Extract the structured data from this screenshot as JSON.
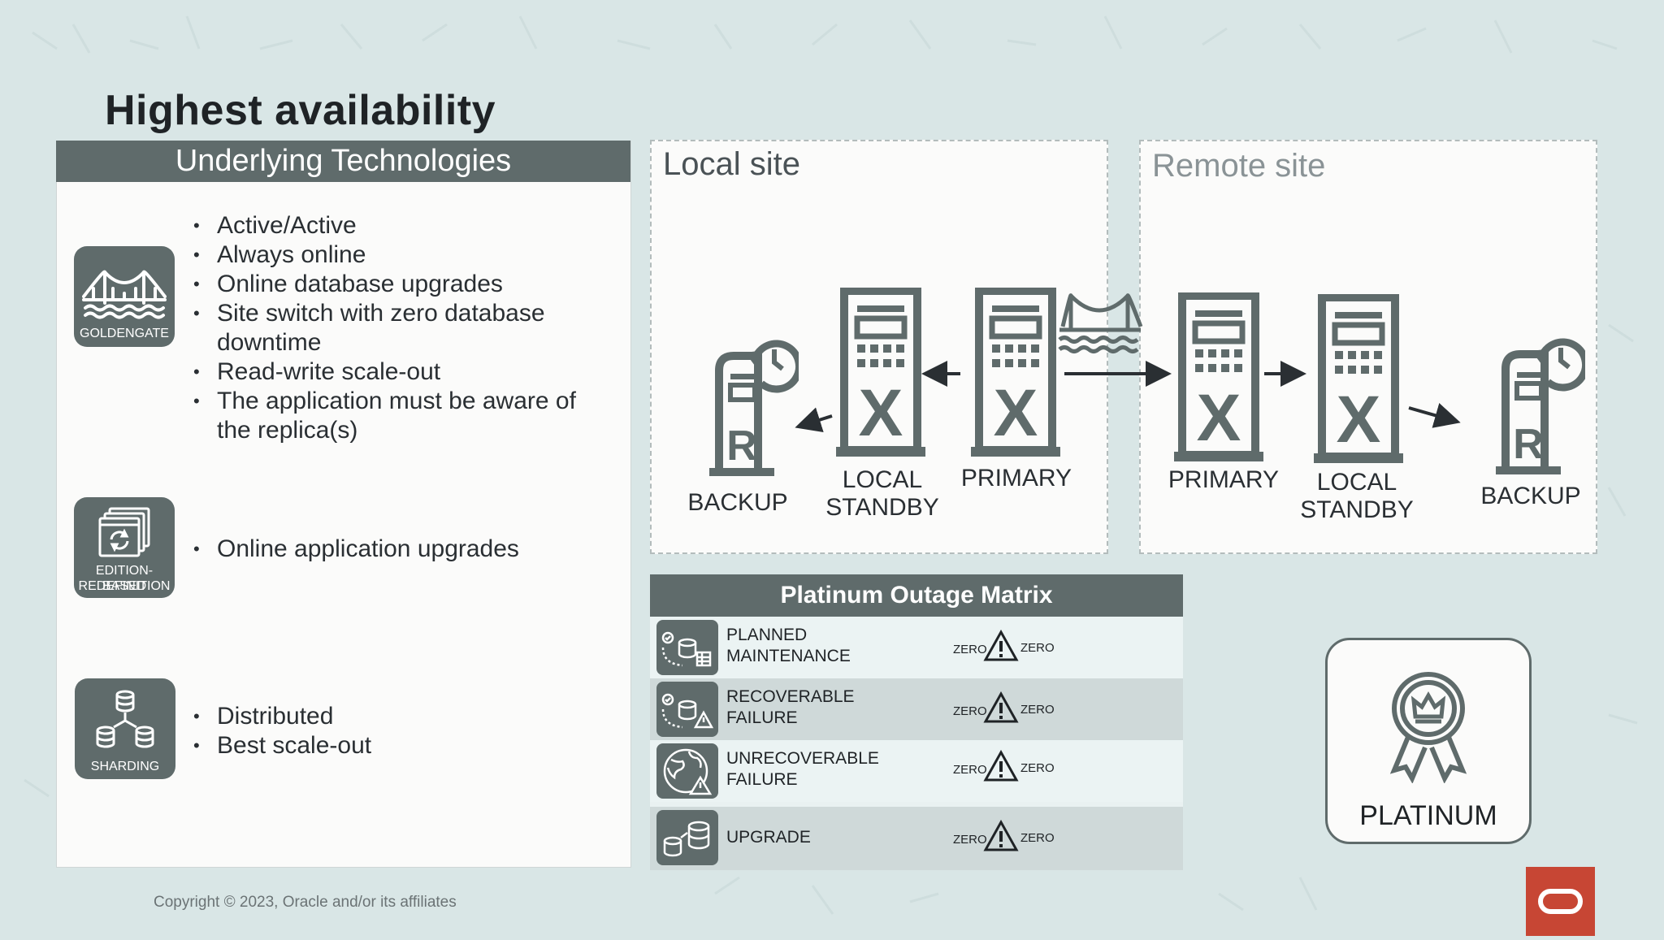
{
  "title": "Highest availability",
  "left": {
    "header": "Underlying Technologies",
    "groups": [
      {
        "icon_name": "bridge-icon",
        "caption_lines": [
          "GOLDENGATE"
        ],
        "bullets": [
          "Active/Active",
          "Always online",
          "Online database upgrades",
          "Site switch with zero database downtime",
          "Read-write scale-out",
          "The application must be aware of the replica(s)"
        ]
      },
      {
        "icon_name": "edition-redefinition-icon",
        "caption_lines": [
          "EDITION-BASED",
          "REDEFINITION"
        ],
        "bullets": [
          "Online application upgrades"
        ]
      },
      {
        "icon_name": "sharding-icon",
        "caption_lines": [
          "SHARDING"
        ],
        "bullets": [
          "Distributed",
          "Best scale-out"
        ]
      }
    ]
  },
  "local_site": {
    "title": "Local site",
    "backup": "BACKUP",
    "standby_lines": [
      "LOCAL",
      "STANDBY"
    ],
    "primary": "PRIMARY"
  },
  "remote_site": {
    "title": "Remote site",
    "primary": "PRIMARY",
    "standby_lines": [
      "LOCAL",
      "STANDBY"
    ],
    "backup": "BACKUP"
  },
  "matrix": {
    "title": "Platinum Outage Matrix",
    "rows": [
      {
        "icon_name": "planned-maintenance-icon",
        "label_lines": [
          "PLANNED",
          "MAINTENANCE"
        ],
        "left": "ZERO",
        "right": "ZERO"
      },
      {
        "icon_name": "recoverable-failure-icon",
        "label_lines": [
          "RECOVERABLE",
          "FAILURE"
        ],
        "left": "ZERO",
        "right": "ZERO"
      },
      {
        "icon_name": "unrecoverable-failure-icon",
        "label_lines": [
          "UNRECOVERABLE",
          "FAILURE"
        ],
        "left": "ZERO",
        "right": "ZERO"
      },
      {
        "icon_name": "upgrade-icon",
        "label_lines": [
          "UPGRADE"
        ],
        "left": "ZERO",
        "right": "ZERO"
      }
    ]
  },
  "platinum": {
    "label": "PLATINUM",
    "icon_name": "award-ribbon-icon"
  },
  "footer": {
    "copyright": "Copyright © 2023, Oracle and/or its affiliates"
  },
  "colors": {
    "panel_header": "#5f6b6b",
    "background": "#d9e6e6",
    "oracle_red": "#c74634"
  }
}
